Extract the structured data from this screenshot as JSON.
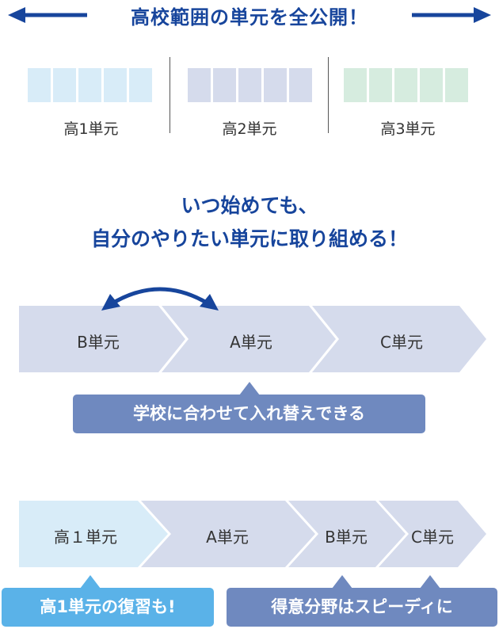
{
  "header": {
    "title": "高校範囲の単元を全公開！"
  },
  "grades": [
    {
      "label": "高1単元",
      "color": "#d8ecf8"
    },
    {
      "label": "高2単元",
      "color": "#d5dbec"
    },
    {
      "label": "高3単元",
      "color": "#d6ecdf"
    }
  ],
  "headline": {
    "line1": "いつ始めても、",
    "line2": "自分のやりたい単元に取り組める！"
  },
  "flow1": {
    "units": [
      "B単元",
      "A単元",
      "C単元"
    ],
    "note": "学校に合わせて入れ替えできる"
  },
  "flow2": {
    "units": [
      "高１単元",
      "A単元",
      "B単元",
      "C単元"
    ],
    "note_left": "高1単元の復習も!",
    "note_right": "得意分野はスピーディに"
  },
  "colors": {
    "navy": "#17459c",
    "chevron": "#d5dbec",
    "chevron_light": "#d8ecf8",
    "pill_blue": "#6f89bf",
    "pill_light": "#5ab2e8"
  }
}
